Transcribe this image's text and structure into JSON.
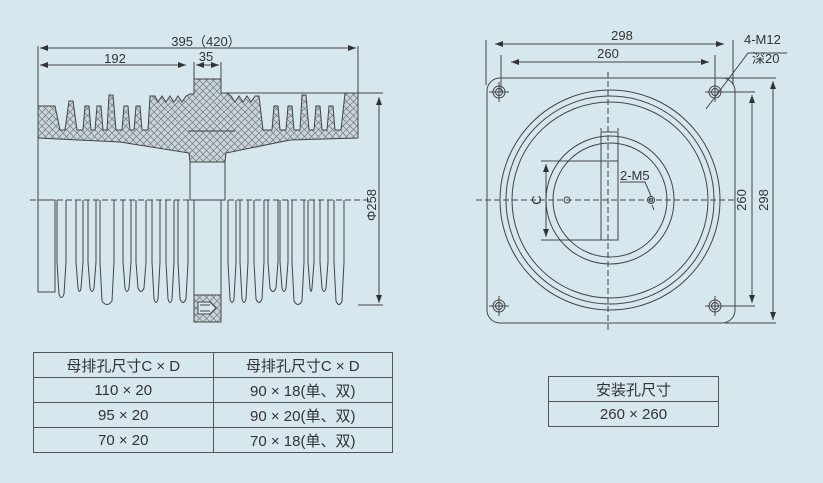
{
  "side_view": {
    "dim_total": "395（420）",
    "dim_left": "192",
    "dim_stub": "35",
    "dim_diameter": "Φ258"
  },
  "front_view": {
    "dim_width_outer": "298",
    "dim_width_holes": "260",
    "dim_height_holes": "260",
    "dim_height_outer": "298",
    "mount_hole_label": "4-M12",
    "mount_hole_depth": "深20",
    "small_hole_label": "2-M5",
    "dim_c": "C"
  },
  "busbar_table": {
    "headers": [
      "母排孔尺寸C × D",
      "母排孔尺寸C × D"
    ],
    "rows": [
      [
        "110 × 20",
        "90 × 18(单、双)"
      ],
      [
        "95 × 20",
        "90 × 20(单、双)"
      ],
      [
        "70 × 20",
        "70 × 18(单、双)"
      ]
    ]
  },
  "mounting_table": {
    "header": "安装孔尺寸",
    "value": "260 × 260"
  },
  "colors": {
    "background": "#d6e7ee",
    "line": "#444444",
    "hatch": "#8a9399"
  }
}
